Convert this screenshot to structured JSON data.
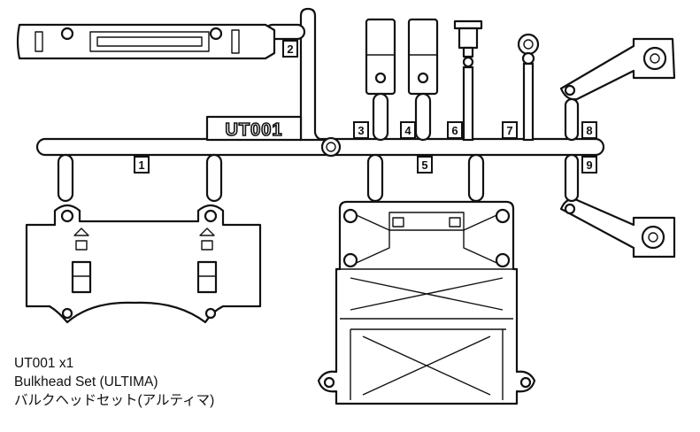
{
  "sprue": {
    "code": "UT001",
    "part_numbers": [
      "1",
      "2",
      "3",
      "4",
      "5",
      "6",
      "7",
      "8",
      "9"
    ]
  },
  "caption": {
    "line1": "UT001 x1",
    "line2": "Bulkhead Set (ULTIMA)",
    "line3": "バルクヘッドセット(アルティマ)"
  }
}
